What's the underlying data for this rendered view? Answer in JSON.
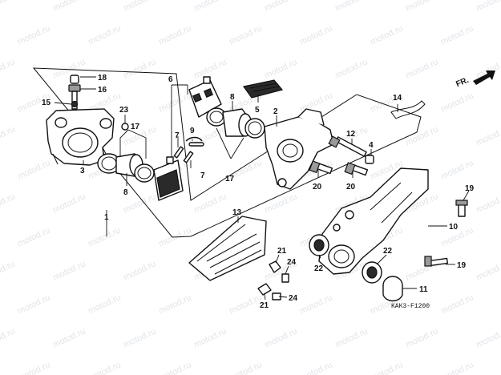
{
  "diagram": {
    "code": "KAK3-F1200",
    "direction_label": "FR.",
    "watermark": "motod.ru",
    "callouts": {
      "c1": "1",
      "c2": "2",
      "c3": "3",
      "c4": "4",
      "c5": "5",
      "c6": "6",
      "c7a": "7",
      "c7b": "7",
      "c8a": "8",
      "c8b": "8",
      "c9": "9",
      "c10": "10",
      "c11": "11",
      "c12": "12",
      "c13": "13",
      "c14": "14",
      "c15": "15",
      "c16": "16",
      "c17a": "17",
      "c17b": "17",
      "c18": "18",
      "c19a": "19",
      "c19b": "19",
      "c20a": "20",
      "c20b": "20",
      "c21a": "21",
      "c21b": "21",
      "c22a": "22",
      "c22b": "22",
      "c23": "23",
      "c24a": "24",
      "c24b": "24"
    }
  }
}
